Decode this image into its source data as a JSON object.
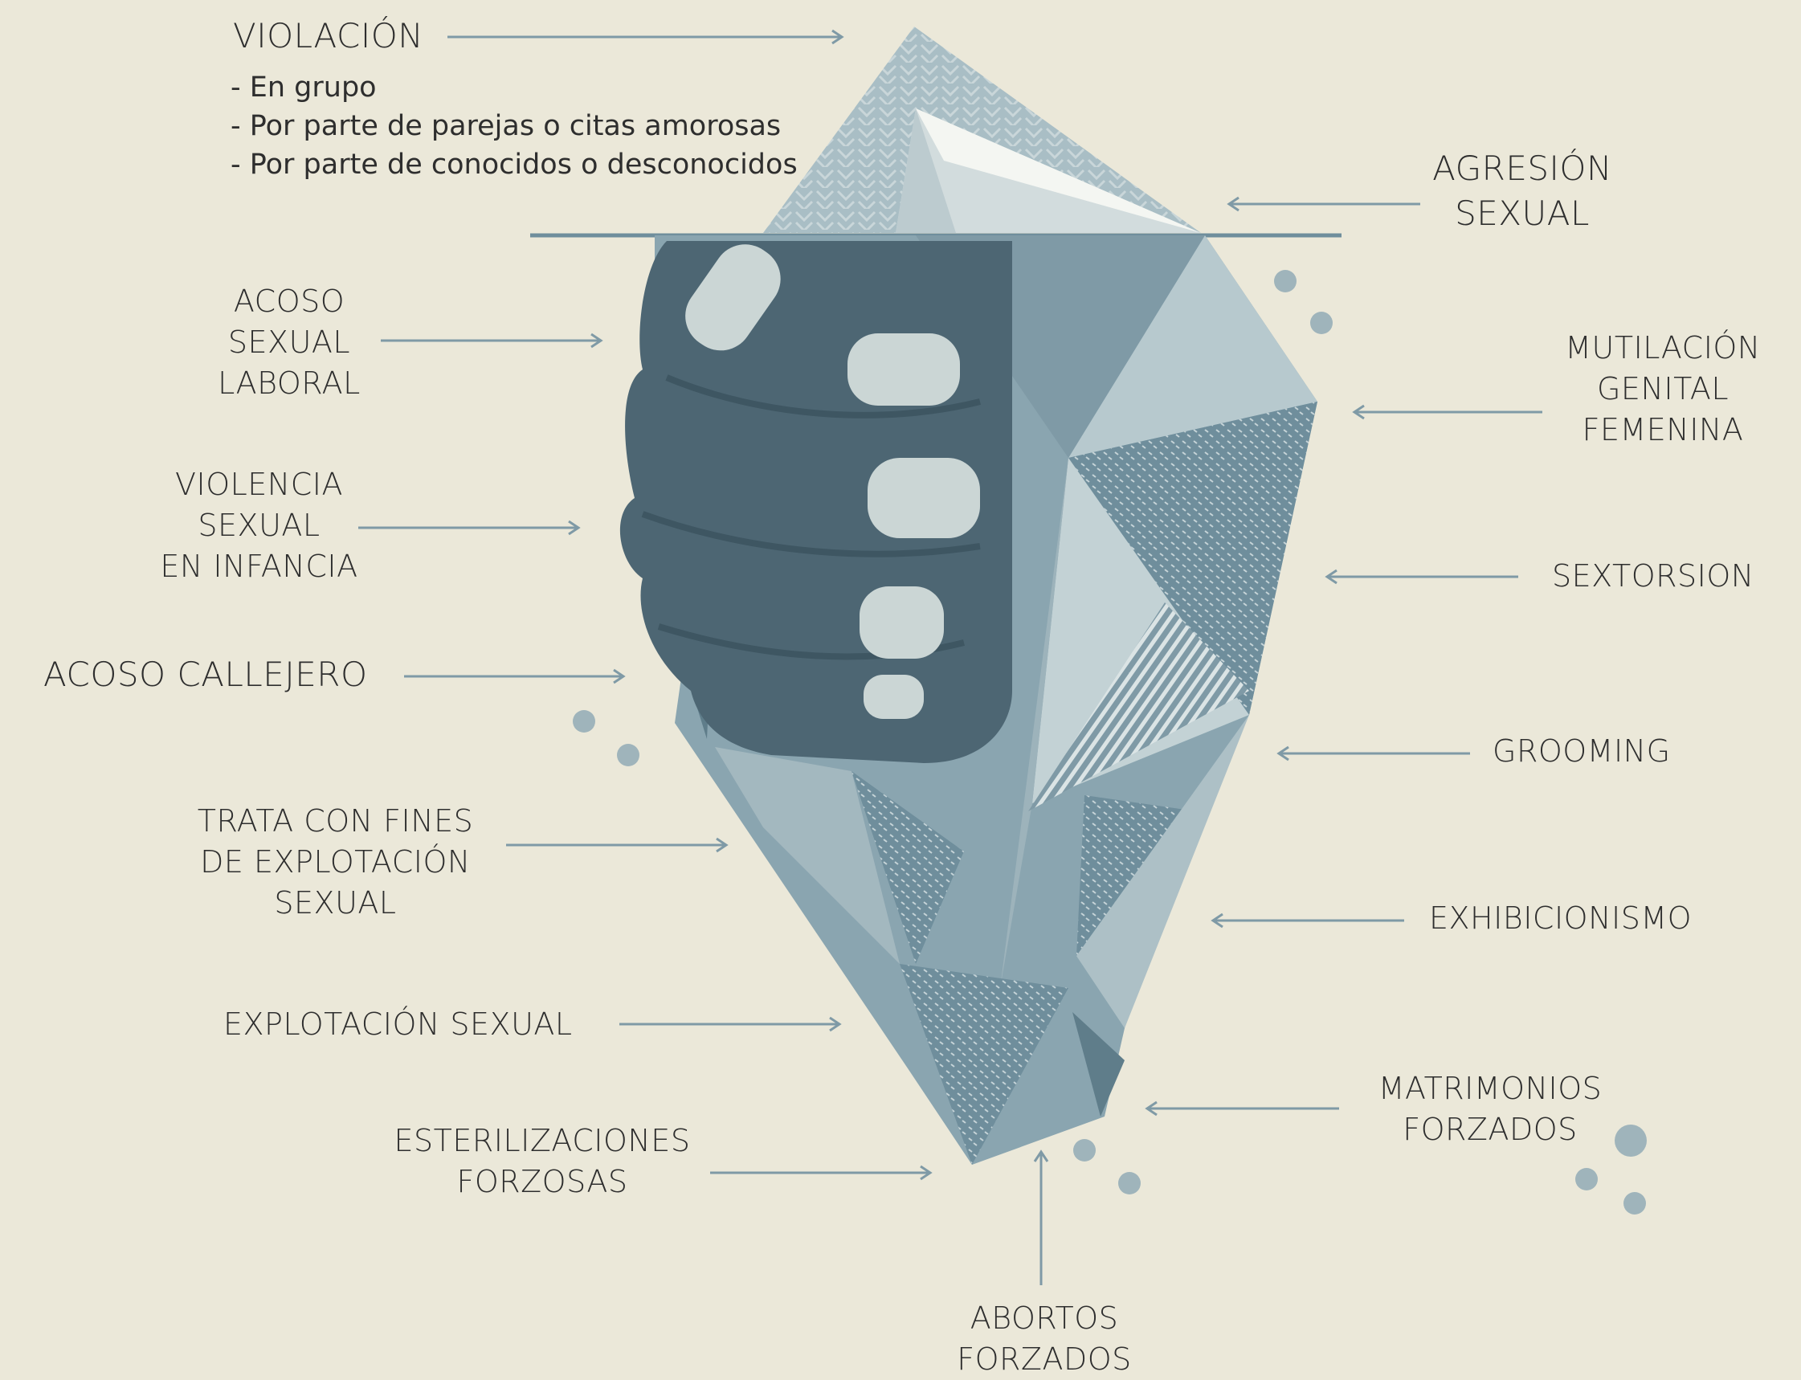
{
  "colors": {
    "background": "#ebe8d9",
    "water_line": "#6f8e9c",
    "ice_light": "#b7c9ce",
    "ice_dark": "#7f9aa6",
    "hand": "#4d6673",
    "text": "#2e2e2e",
    "arrow": "#7f9aa6"
  },
  "icons": {
    "illustration": "iceberg-hand-icon",
    "bubbles": "bubble-icon"
  },
  "labels": {
    "violacion": "VIOLACIÓN",
    "violacion_items": [
      "- En grupo",
      "- Por parte de parejas o citas amorosas",
      "- Por parte de conocidos o desconocidos"
    ],
    "agresion": "AGRESIÓN\nSEXUAL",
    "acoso_laboral": "ACOSO\nSEXUAL\nLABORAL",
    "mutilacion": "MUTILACIÓN\nGENITAL\nFEMENINA",
    "violencia_infancia": "VIOLENCIA\nSEXUAL\nEN INFANCIA",
    "sextorsion": "SEXTORSION",
    "acoso_callejero": "ACOSO CALLEJERO",
    "grooming": "GROOMING",
    "trata": "TRATA CON FINES\nDE EXPLOTACIÓN\nSEXUAL",
    "exhibicionismo": "EXHIBICIONISMO",
    "explotacion": "EXPLOTACIÓN SEXUAL",
    "matrimonios": "MATRIMONIOS\nFORZADOS",
    "esterilizaciones": "ESTERILIZACIONES\nFORZOSAS",
    "abortos": "ABORTOS\nFORZADOS"
  }
}
